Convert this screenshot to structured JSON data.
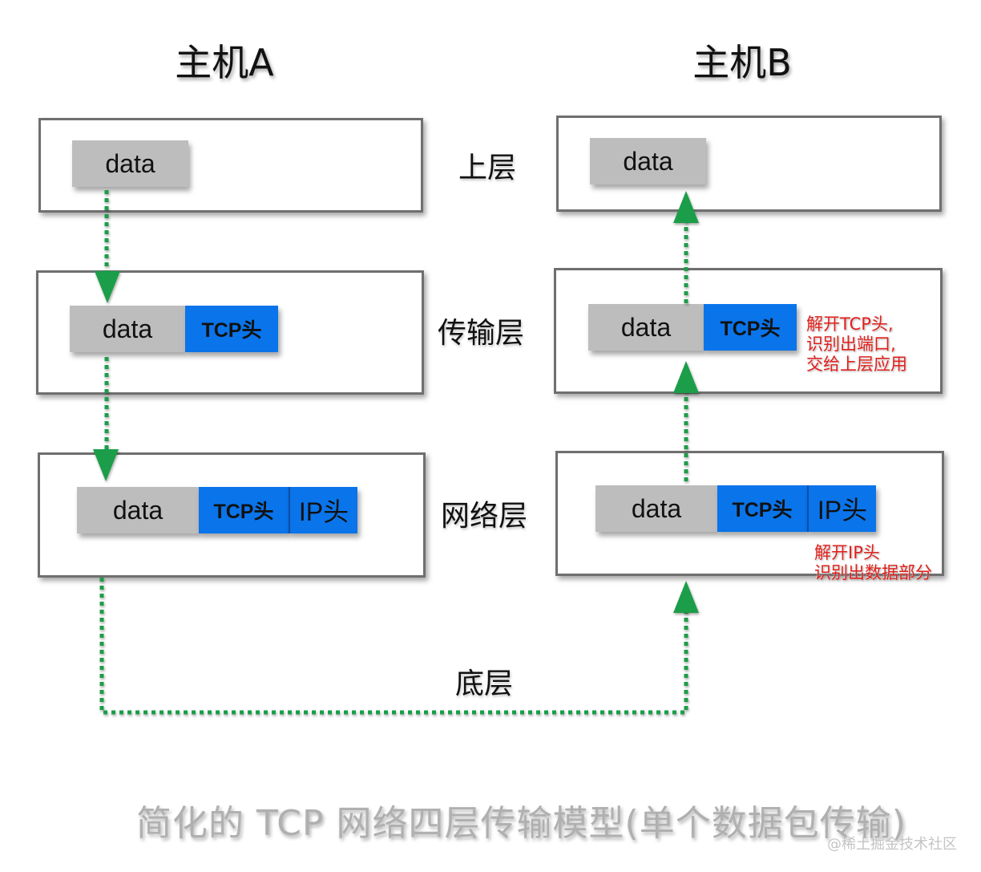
{
  "hosts": {
    "a": {
      "title": "主机A"
    },
    "b": {
      "title": "主机B"
    }
  },
  "layers": {
    "upper": "上层",
    "transport": "传输层",
    "network": "网络层",
    "bottom": "底层"
  },
  "segments": {
    "data": "data",
    "tcp_header": "TCP头",
    "ip_header": "IP头"
  },
  "notes": {
    "transport": [
      "解开TCP头,",
      "识别出端口,",
      "交给上层应用"
    ],
    "network": [
      "解开IP头",
      "识别出数据部分"
    ]
  },
  "caption": "简化的 TCP 网络四层传输模型(单个数据包传输)",
  "watermark": "@稀土掘金技术社区",
  "colors": {
    "header_blue": "#0a74ea",
    "data_gray": "#bdbdbd",
    "arrow_green": "#1f9d4a",
    "note_red": "#e0201b"
  }
}
